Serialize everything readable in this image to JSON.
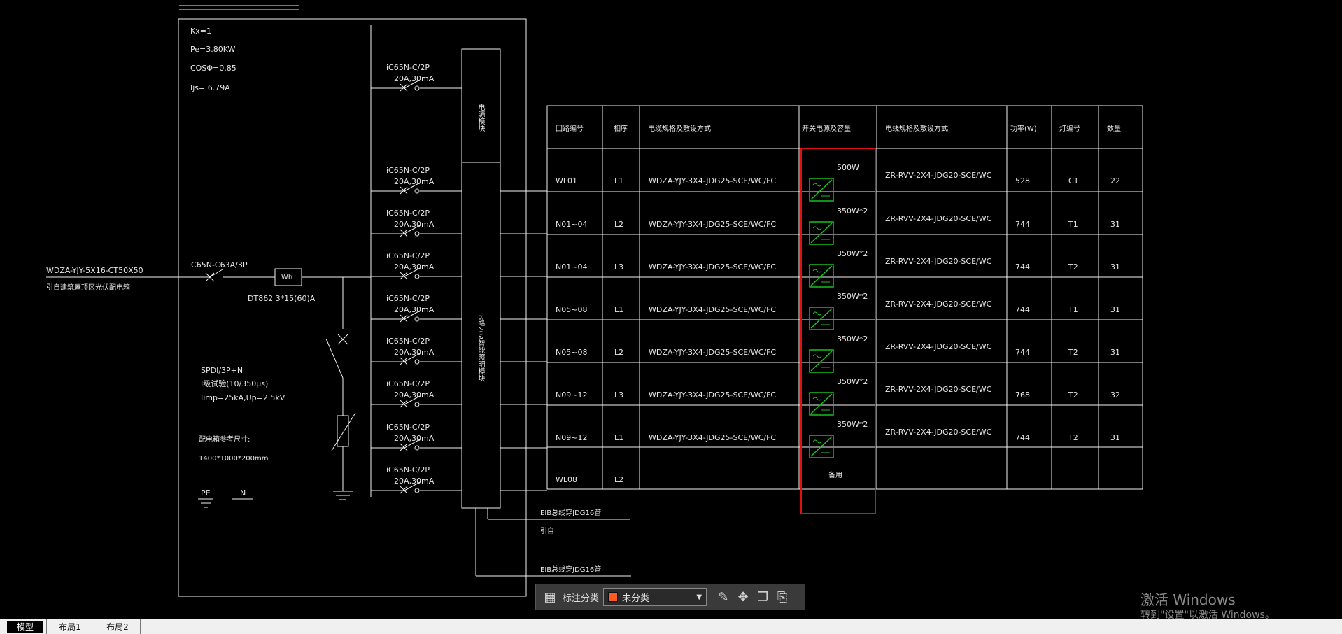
{
  "supply": {
    "cable": "WDZA-YJY-5X16-CT50X50",
    "source": "引自建筑屋顶区光伏配电箱"
  },
  "params": {
    "kx": "Kx=1",
    "pe": "Pe=3.80KW",
    "cos": "COSΦ=0.85",
    "ijs": "Ijs=   6.79A"
  },
  "main_breaker": "iC65N-C63A/3P",
  "meter": {
    "label": "Wh",
    "model": "DT862  3*15(60)A"
  },
  "spd": {
    "l1": "SPDI/3P+N",
    "l2": "Ⅰ级试验(10/350μs)",
    "l3": "Iimp=25kA,Up=2.5kV"
  },
  "box_size": {
    "title": "配电箱参考尺寸:",
    "value": "1400*1000*200mm"
  },
  "terminals": {
    "pe": "PE",
    "n": "N"
  },
  "breakers": [
    {
      "model": "iC65N-C/2P",
      "rating": "20A,30mA"
    },
    {
      "model": "iC65N-C/2P",
      "rating": "20A,30mA"
    },
    {
      "model": "iC65N-C/2P",
      "rating": "20A,30mA"
    },
    {
      "model": "iC65N-C/2P",
      "rating": "20A,30mA"
    },
    {
      "model": "iC65N-C/2P",
      "rating": "20A,30mA"
    },
    {
      "model": "iC65N-C/2P",
      "rating": "20A,30mA"
    },
    {
      "model": "iC65N-C/2P",
      "rating": "20A,30mA"
    },
    {
      "model": "iC65N-C/2P",
      "rating": "20A,30mA"
    },
    {
      "model": "iC65N-C/2P",
      "rating": "20A,30mA"
    }
  ],
  "modules": {
    "top": "电源模块",
    "bottom": "8路20A智能照明模块"
  },
  "eib": {
    "line1": "EIB总线穿JDG16管",
    "line1_note": "引自",
    "line2": "EIB总线穿JDG16管"
  },
  "table": {
    "headers": [
      "回路编号",
      "相序",
      "电缆规格及敷设方式",
      "开关电源及容量",
      "电线规格及敷设方式",
      "功率(W)",
      "灯编号",
      "数量"
    ],
    "rows": [
      {
        "id": "WL01",
        "phase": "L1",
        "cable": "WDZA-YJY-3X4-JDG25-SCE/WC/FC",
        "power_supply": "500W",
        "wire": "ZR-RVV-2X4-JDG20-SCE/WC",
        "power": "528",
        "lamp": "C1",
        "qty": "22"
      },
      {
        "id": "N01~04",
        "phase": "L2",
        "cable": "WDZA-YJY-3X4-JDG25-SCE/WC/FC",
        "power_supply": "350W*2",
        "wire": "ZR-RVV-2X4-JDG20-SCE/WC",
        "power": "744",
        "lamp": "T1",
        "qty": "31"
      },
      {
        "id": "N01~04",
        "phase": "L3",
        "cable": "WDZA-YJY-3X4-JDG25-SCE/WC/FC",
        "power_supply": "350W*2",
        "wire": "ZR-RVV-2X4-JDG20-SCE/WC",
        "power": "744",
        "lamp": "T2",
        "qty": "31"
      },
      {
        "id": "N05~08",
        "phase": "L1",
        "cable": "WDZA-YJY-3X4-JDG25-SCE/WC/FC",
        "power_supply": "350W*2",
        "wire": "ZR-RVV-2X4-JDG20-SCE/WC",
        "power": "744",
        "lamp": "T1",
        "qty": "31"
      },
      {
        "id": "N05~08",
        "phase": "L2",
        "cable": "WDZA-YJY-3X4-JDG25-SCE/WC/FC",
        "power_supply": "350W*2",
        "wire": "ZR-RVV-2X4-JDG20-SCE/WC",
        "power": "744",
        "lamp": "T2",
        "qty": "31"
      },
      {
        "id": "N09~12",
        "phase": "L3",
        "cable": "WDZA-YJY-3X4-JDG25-SCE/WC/FC",
        "power_supply": "350W*2",
        "wire": "ZR-RVV-2X4-JDG20-SCE/WC",
        "power": "768",
        "lamp": "T2",
        "qty": "32"
      },
      {
        "id": "N09~12",
        "phase": "L1",
        "cable": "WDZA-YJY-3X4-JDG25-SCE/WC/FC",
        "power_supply": "350W*2",
        "wire": "ZR-RVV-2X4-JDG20-SCE/WC",
        "power": "744",
        "lamp": "T2",
        "qty": "31"
      },
      {
        "id": "WL08",
        "phase": "L2",
        "cable": "",
        "power_supply": "备用",
        "wire": "",
        "power": "",
        "lamp": "",
        "qty": ""
      }
    ]
  },
  "toolbar": {
    "label": "标注分类",
    "selected": "未分类",
    "swatch_color": "#ff5a1f"
  },
  "watermark": {
    "title": "激活 Windows",
    "sub": "转到\"设置\"以激活 Windows。"
  },
  "tabs": [
    "模型",
    "布局1",
    "布局2"
  ],
  "colors": {
    "line": "#ffffff",
    "psu": "#19c21c",
    "highlight": "#e01010",
    "cad_bg": "#000000"
  }
}
